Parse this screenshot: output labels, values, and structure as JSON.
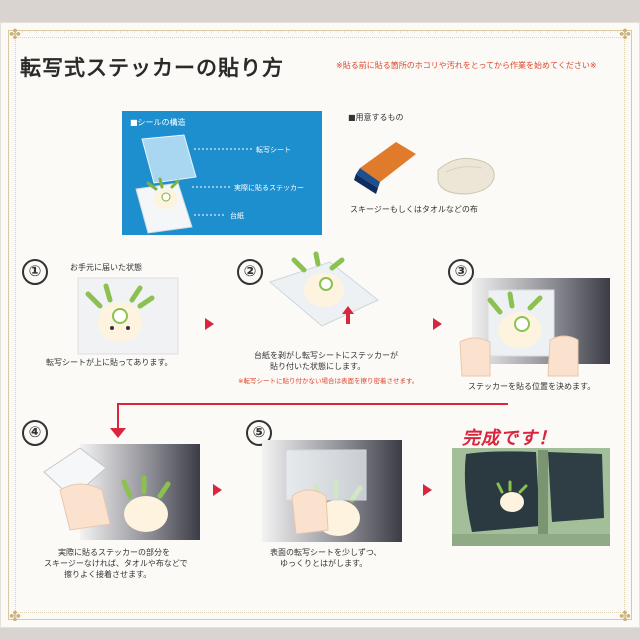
{
  "header": {
    "title": "転写式ステッカーの貼り方",
    "notice": "※貼る前に貼る箇所のホコリや汚れをとってから作業を始めてください※"
  },
  "structure": {
    "title": "■シールの構造",
    "labels": [
      "転写シート",
      "実際に貼るステッカー",
      "台紙"
    ]
  },
  "preparation": {
    "title": "■用意するもの",
    "caption": "スキージーもしくはタオルなどの布"
  },
  "steps": [
    {
      "num": "①",
      "top_label": "お手元に届いた状態",
      "caption": [
        "転写シートが上に貼ってあります。"
      ]
    },
    {
      "num": "②",
      "caption": [
        "台紙を剥がし転写シートにステッカーが",
        "貼り付いた状態にします。"
      ],
      "note": "※転写シートに貼り付かない場合は表面を擦り密着させます。"
    },
    {
      "num": "③",
      "caption": [
        "ステッカーを貼る位置を決めます。"
      ]
    },
    {
      "num": "④",
      "caption": [
        "実際に貼るステッカーの部分を",
        "スキージーなければ、タオルや布などで",
        "擦りよく接着させます。"
      ]
    },
    {
      "num": "⑤",
      "caption": [
        "表面の転写シートを少しずつ、",
        "ゆっくりとはがします。"
      ]
    }
  ],
  "final": {
    "label": "完成です！"
  },
  "colors": {
    "accent_red": "#d7263d",
    "notice_red": "#e0452b",
    "structure_blue": "#1e8fce"
  }
}
